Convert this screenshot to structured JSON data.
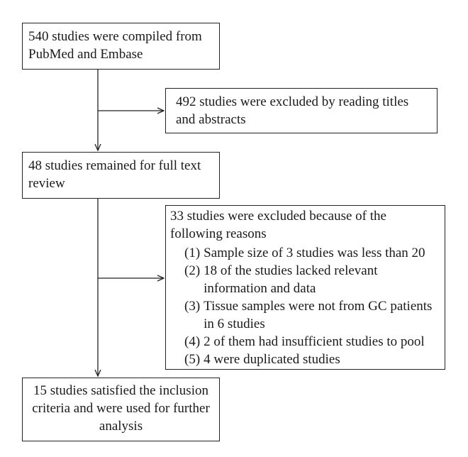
{
  "boxes": {
    "compiled": "540 studies were compiled from PubMed and Embase",
    "excluded_titles": "492 studies were excluded by reading titles and abstracts",
    "full_text": "48 studies remained for full text review",
    "excluded_reasons": {
      "heading": "33 studies were excluded because of the following reasons",
      "reasons": [
        {
          "num": "(1)",
          "text": "Sample size of 3 studies was less than 20"
        },
        {
          "num": "(2)",
          "text": "18 of the studies lacked relevant information and data"
        },
        {
          "num": "(3)",
          "text": "Tissue samples were not from GC patients in 6 studies"
        },
        {
          "num": "(4)",
          "text": "2 of them had insufficient studies to pool"
        },
        {
          "num": "(5)",
          "text": "4 were duplicated studies"
        }
      ]
    },
    "included": "15 studies satisfied the inclusion criteria and were used for further analysis"
  }
}
